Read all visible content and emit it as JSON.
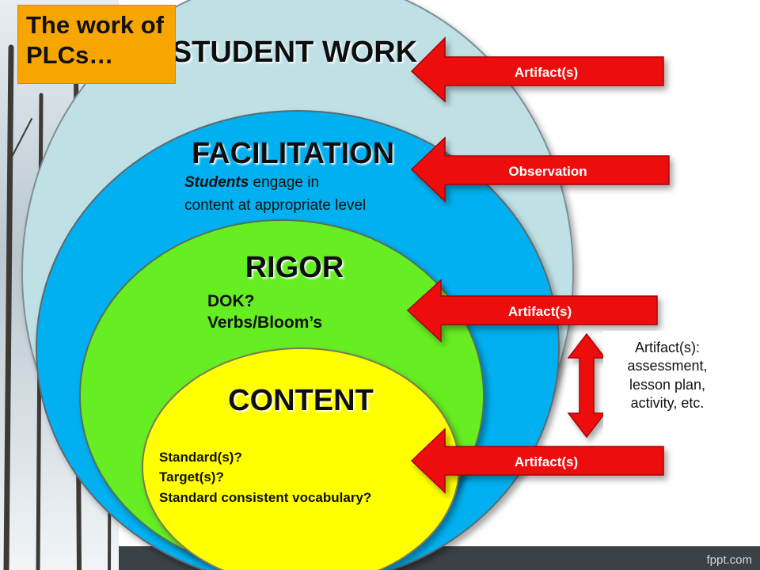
{
  "title": "The work of PLCs…",
  "layers": {
    "student_work": {
      "heading": "STUDENT WORK",
      "color": "#bfe1e6"
    },
    "facilitation": {
      "heading": "FACILITATION",
      "color": "#00b0f0",
      "text_italic": "Students",
      "text_rest": " engage in",
      "text_line2": "content at appropriate level"
    },
    "rigor": {
      "heading": "RIGOR",
      "color": "#66ee22",
      "line1": "DOK?",
      "line2": "Verbs/Bloom’s"
    },
    "content": {
      "heading": "CONTENT",
      "color": "#ffff00",
      "line1": "Standard(s)?",
      "line2": "Target(s)?",
      "line3": "Standard consistent vocabulary?"
    }
  },
  "arrows": [
    {
      "label": "Artifact(s)"
    },
    {
      "label": "Observation"
    },
    {
      "label": "Artifact(s)"
    },
    {
      "label": "Artifact(s)"
    }
  ],
  "note": {
    "line1": "Artifact(s):",
    "line2": "assessment,",
    "line3": "lesson plan,",
    "line4": "activity, etc."
  },
  "brand": "fppt.com",
  "colors": {
    "arrow": "#ee1111",
    "title_bg": "#f7a600"
  }
}
